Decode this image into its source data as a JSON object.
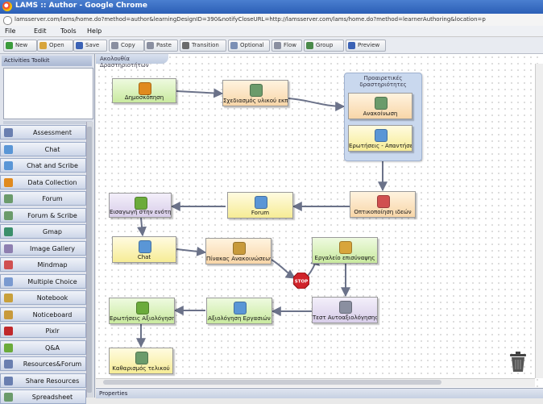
{
  "window": {
    "title": "LAMS :: Author - Google Chrome"
  },
  "address": {
    "url": "lamsserver.com/lams/home.do?method=author&learningDesignID=390&notifyCloseURL=http://lamsserver.com/lams/home.do?method=learnerAuthoring&location=p"
  },
  "menu": [
    "File",
    "Edit",
    "Tools",
    "Help"
  ],
  "toolbar": [
    {
      "label": "New",
      "color": "#3b9b3b"
    },
    {
      "label": "Open",
      "color": "#d8a53b"
    },
    {
      "label": "Save",
      "color": "#3b62b5"
    },
    {
      "label": "Copy",
      "color": "#8a8fa0"
    },
    {
      "label": "Paste",
      "color": "#8a8fa0"
    },
    {
      "label": "Transition",
      "color": "#6b6b6b"
    },
    {
      "label": "Optional",
      "color": "#7b8fb5"
    },
    {
      "label": "Flow",
      "color": "#8a8fa0"
    },
    {
      "label": "Group",
      "color": "#4a8a4a"
    },
    {
      "label": "Preview",
      "color": "#3b62b5"
    }
  ],
  "sidebar": {
    "heading": "Activities Toolkit",
    "items": [
      {
        "label": "Assessment",
        "icon": "assessment-icon",
        "color": "#6a7fb0"
      },
      {
        "label": "Chat",
        "icon": "chat-icon",
        "color": "#5a96d6"
      },
      {
        "label": "Chat and Scribe",
        "icon": "chat-scribe-icon",
        "color": "#5a96d6"
      },
      {
        "label": "Data Collection",
        "icon": "data-collection-icon",
        "color": "#e08a1e"
      },
      {
        "label": "Forum",
        "icon": "forum-icon",
        "color": "#6b9b6b"
      },
      {
        "label": "Forum & Scribe",
        "icon": "forum-scribe-icon",
        "color": "#6b9b6b"
      },
      {
        "label": "Gmap",
        "icon": "gmap-icon",
        "color": "#3b8f6b"
      },
      {
        "label": "Image Gallery",
        "icon": "image-gallery-icon",
        "color": "#8e7fb0"
      },
      {
        "label": "Mindmap",
        "icon": "mindmap-icon",
        "color": "#d05050"
      },
      {
        "label": "Multiple Choice",
        "icon": "multiple-choice-icon",
        "color": "#7a9ad0"
      },
      {
        "label": "Notebook",
        "icon": "notebook-icon",
        "color": "#c8a03b"
      },
      {
        "label": "Noticeboard",
        "icon": "noticeboard-icon",
        "color": "#c89a3b"
      },
      {
        "label": "Pixlr",
        "icon": "pixlr-icon",
        "color": "#c0282b"
      },
      {
        "label": "Q&A",
        "icon": "qa-icon",
        "color": "#6bab3b"
      },
      {
        "label": "Resources&Forum",
        "icon": "resources-forum-icon",
        "color": "#6a7fb0"
      },
      {
        "label": "Share Resources",
        "icon": "share-resources-icon",
        "color": "#6a7fb0"
      },
      {
        "label": "Spreadsheet",
        "icon": "spreadsheet-icon",
        "color": "#6b9b6b"
      }
    ]
  },
  "canvas": {
    "tab": "Ακολουθία Δραστηριοτήτων",
    "optional_group_title": "Προαιρετικές δραστηριότητες",
    "nodes": [
      {
        "id": "n1",
        "label": "Δημοσκόπηση",
        "style": "green",
        "icon": "data-collection-icon",
        "color": "#e08a1e"
      },
      {
        "id": "n2",
        "label": "Σχεδιασμός υλικού εκπαίδευσης",
        "style": "orange",
        "icon": "notebook-icon",
        "color": "#6b9b6b"
      },
      {
        "id": "n3",
        "label": "Ανακοίνωση",
        "style": "orange",
        "icon": "notebook-icon",
        "color": "#6b9b6b"
      },
      {
        "id": "n4",
        "label": "Ερωτήσεις - Απαντήσεις",
        "style": "yellow",
        "icon": "qa-icon",
        "color": "#5a96d6"
      },
      {
        "id": "n5",
        "label": "Οπτικοποίηση ιδεών",
        "style": "orange",
        "icon": "mindmap-icon",
        "color": "#d05050"
      },
      {
        "id": "n6",
        "label": "Forum",
        "style": "yellow",
        "icon": "forum-icon",
        "color": "#5a96d6"
      },
      {
        "id": "n7",
        "label": "Εισαγωγή στην ενότητα",
        "style": "purple",
        "icon": "arrow-right-icon",
        "color": "#6bab3b"
      },
      {
        "id": "n8",
        "label": "Chat",
        "style": "yellow",
        "icon": "chat-icon",
        "color": "#5a96d6"
      },
      {
        "id": "n9",
        "label": "Πίνακας Ανακοινώσεων",
        "style": "orange",
        "icon": "noticeboard-icon",
        "color": "#c89a3b"
      },
      {
        "id": "n10",
        "label": "Εργαλείο επισύναψης",
        "style": "green",
        "icon": "submit-files-icon",
        "color": "#d8a53b"
      },
      {
        "id": "n11",
        "label": "Τεστ Αυτοαξιολόγησης",
        "style": "purple",
        "icon": "survey-icon",
        "color": "#8a8fa0"
      },
      {
        "id": "n12",
        "label": "Αξιολόγηση Εργασιών",
        "style": "green",
        "icon": "assessment-icon",
        "color": "#5a96d6"
      },
      {
        "id": "n13",
        "label": "Ερωτήσεις Αξιολόγησης",
        "style": "green",
        "icon": "qa-icon",
        "color": "#6bab3b"
      },
      {
        "id": "n14",
        "label": "Καθαρισμός τελικού",
        "style": "yellow",
        "icon": "spreadsheet-icon",
        "color": "#6b9b6b"
      }
    ],
    "stop_gate": {
      "label": "STOP"
    }
  },
  "properties": {
    "heading": "Properties"
  }
}
